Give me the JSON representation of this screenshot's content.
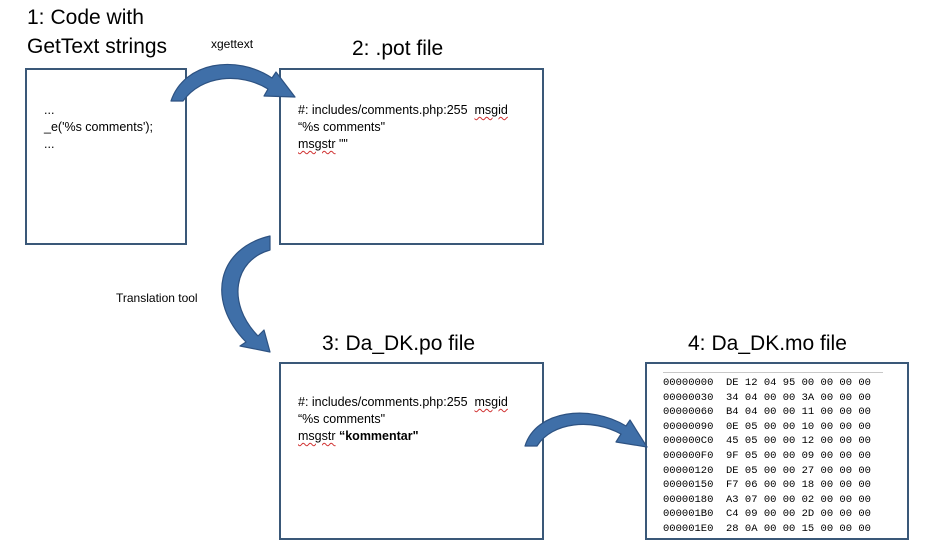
{
  "steps": {
    "code": {
      "num": "1:",
      "title_line1": "Code with",
      "title_line2": "GetText strings",
      "lines": [
        "...",
        "_e('%s comments');",
        "..."
      ]
    },
    "pot": {
      "num": "2:",
      "title": ".pot file",
      "line1_pre": "#: includes/comments.php:255",
      "line1_key": "msgid",
      "line2": "“%s comments\"",
      "line3_key": "msgstr",
      "line3_val": "\"\""
    },
    "po": {
      "num": "3:",
      "title": "Da_DK.po file",
      "line1_pre": "#: includes/comments.php:255",
      "line1_key": "msgid",
      "line2": "“%s comments\"",
      "line3_key": "msgstr",
      "line3_val": "“kommentar\""
    },
    "mo": {
      "num": "4:",
      "title": "Da_DK.mo file",
      "rows": [
        "00000000  DE 12 04 95 00 00 00 00",
        "00000030  34 04 00 00 3A 00 00 00",
        "00000060  B4 04 00 00 11 00 00 00",
        "00000090  0E 05 00 00 10 00 00 00",
        "000000C0  45 05 00 00 12 00 00 00",
        "000000F0  9F 05 00 00 09 00 00 00",
        "00000120  DE 05 00 00 27 00 00 00",
        "00000150  F7 06 00 00 18 00 00 00",
        "00000180  A3 07 00 00 02 00 00 00",
        "000001B0  C4 09 00 00 2D 00 00 00",
        "000001E0  28 0A 00 00 15 00 00 00"
      ]
    }
  },
  "arrow_labels": {
    "xgettext": "xgettext",
    "translation": "Translation tool"
  },
  "colors": {
    "box_border": "#3a5878",
    "arrow_fill": "#3f6fa8",
    "arrow_stroke": "#2d5282"
  }
}
